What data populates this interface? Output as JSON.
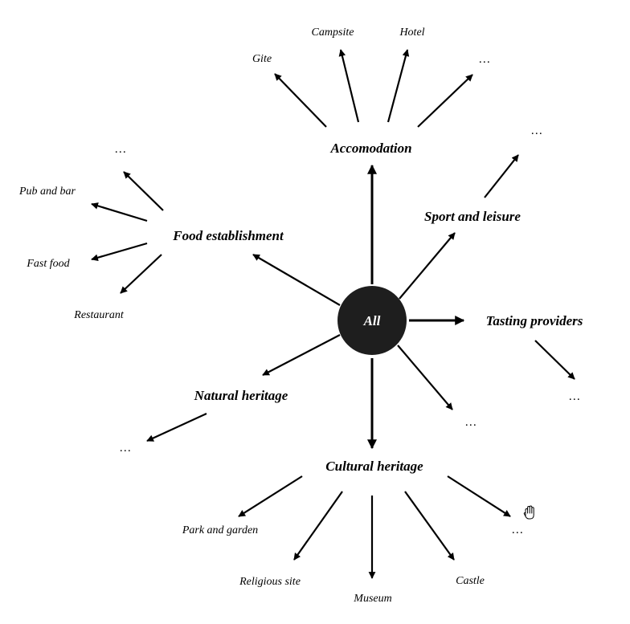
{
  "root": {
    "label": "All"
  },
  "categories": {
    "accomodation": "Accomodation",
    "sport": "Sport and leisure",
    "tasting": "Tasting providers",
    "cultural": "Cultural heritage",
    "natural": "Natural heritage",
    "food": "Food establishment",
    "other": "…"
  },
  "accomodation_children": {
    "gite": "Gite",
    "campsite": "Campsite",
    "hotel": "Hotel",
    "more": "…"
  },
  "sport_children": {
    "more": "…"
  },
  "tasting_children": {
    "more": "…"
  },
  "cultural_children": {
    "park": "Park and garden",
    "religious": "Religious site",
    "museum": "Museum",
    "castle": "Castle",
    "more": "…"
  },
  "natural_children": {
    "more": "…"
  },
  "food_children": {
    "more": "…",
    "pub": "Pub and bar",
    "fastfood": "Fast food",
    "restaurant": "Restaurant"
  },
  "cursor": {
    "icon": "hand-cursor-icon"
  }
}
